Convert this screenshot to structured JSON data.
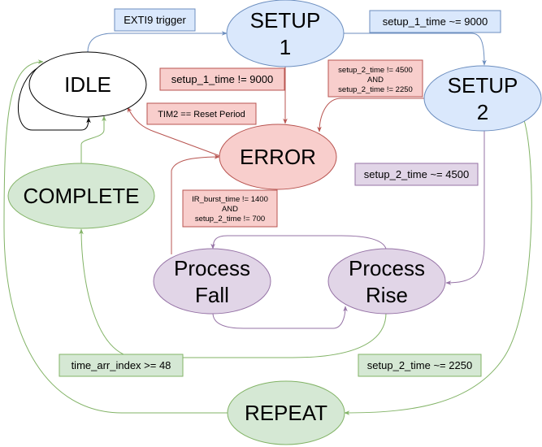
{
  "states": {
    "idle": {
      "label": "IDLE"
    },
    "setup1": {
      "line1": "SETUP",
      "line2": "1"
    },
    "setup2": {
      "line1": "SETUP",
      "line2": "2"
    },
    "error": {
      "label": "ERROR"
    },
    "complete": {
      "label": "COMPLETE"
    },
    "process_fall": {
      "line1": "Process",
      "line2": "Fall"
    },
    "process_rise": {
      "line1": "Process",
      "line2": "Rise"
    },
    "repeat": {
      "label": "REPEAT"
    }
  },
  "conditions": {
    "exti9_trigger": "EXTI9 trigger",
    "setup1_time_ok": "setup_1_time ~= 9000",
    "setup1_time_bad": "setup_1_time != 9000",
    "setup2_time_bad": {
      "line1": "setup_2_time != 4500",
      "line2": "AND",
      "line3": "setup_2_time != 2250"
    },
    "tim2_reset": "TIM2 == Reset Period",
    "setup2_time_4500": "setup_2_time ~= 4500",
    "ir_burst_bad": {
      "line1": "IR_burst_time != 1400",
      "line2": "AND",
      "line3": "setup_2_time != 700"
    },
    "time_arr_index": "time_arr_index >= 48",
    "setup2_time_2250": "setup_2_time ~= 2250"
  },
  "colors": {
    "blue_fill": "#dae8fc",
    "blue_stroke": "#6c8ebf",
    "red_fill": "#f8cecc",
    "red_stroke": "#b85450",
    "green_fill": "#d5e8d4",
    "green_stroke": "#82b366",
    "purple_fill": "#e1d5e7",
    "purple_stroke": "#9673a6"
  }
}
